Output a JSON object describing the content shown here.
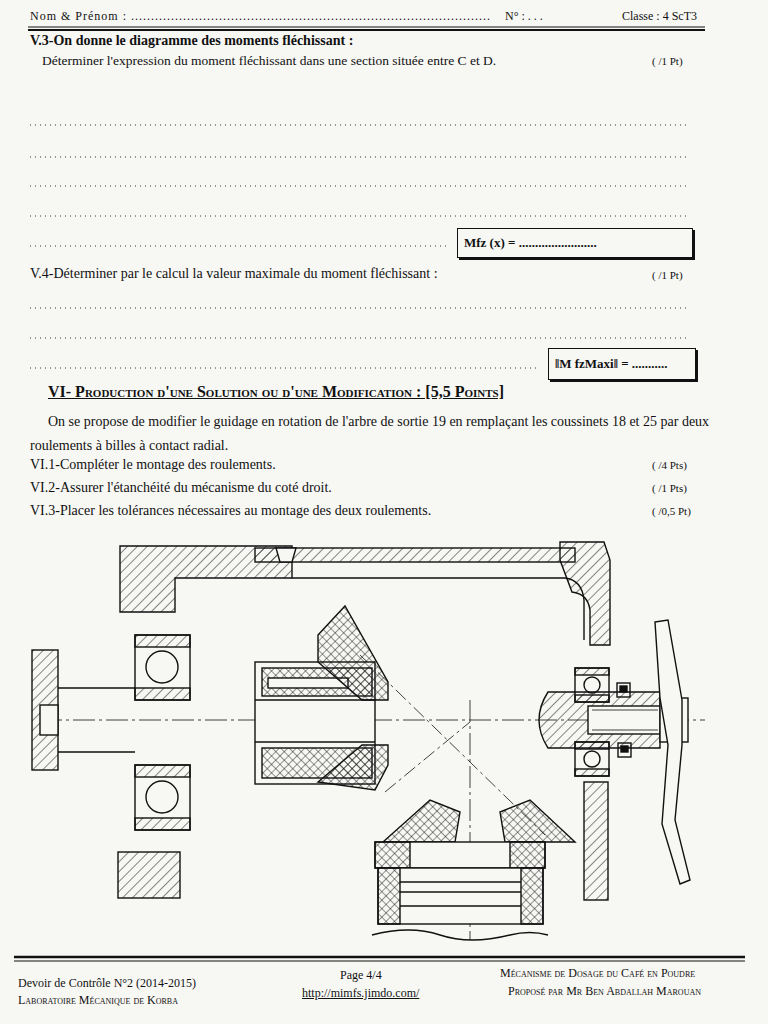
{
  "diagram": {
    "nodes": [
      {
        "text": [
          "Mfz (x) = ........................"
        ]
      },
      {
        "text": [
          "‖M fzMaxi‖ = ..........."
        ]
      }
    ],
    "labels": [
      "Nom & Prénom : ..........................................................................................",
      "N° : . . .",
      "Classe : 4 ScT3",
      "V.3-On donne le diagramme des moments fléchissant :",
      "Déterminer l'expression du moment fléchissant dans une section située entre C et D.",
      "( /1 Pt)",
      "V.4-Déterminer par le calcul la valeur maximale du moment fléchissant :",
      "( /1 Pt)",
      "VI- Production d'une Solution ou d'une Modification : [5,5 Points]",
      "On se propose de modifier le guidage en rotation de l'arbre de sortie 19 en remplaçant les coussinets 18 et 25 par deux roulements à billes à contact radial.",
      "VI.1-Compléter le montage des roulements.",
      "( /4 Pts)",
      "VI.2-Assurer l'étanchéité du mécanisme du coté droit.",
      "( /1 Pts)",
      "VI.3-Placer les tolérances nécessaires au montage des deux roulements.",
      "( /0,5 Pt)",
      "Devoir de Contrôle N°2 (2014-2015)",
      "Laboratoire Mécanique de Korba",
      "Page 4/4",
      "http://mimfs.jimdo.com/",
      "Mécanisme de Dosage du Café en Poudre",
      "Proposé par Mr Ben Abdallah Marouan"
    ]
  }
}
